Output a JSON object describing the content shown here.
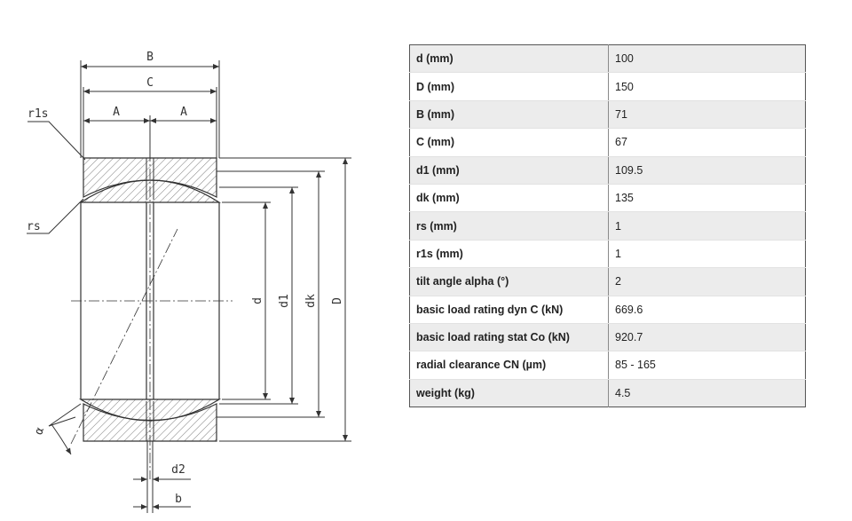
{
  "drawing": {
    "labels": {
      "B": "B",
      "C": "C",
      "A_left": "A",
      "A_right": "A",
      "r1s": "r1s",
      "rs": "rs",
      "d": "d",
      "d1": "d1",
      "dk": "dk",
      "D": "D",
      "alpha": "α",
      "d2": "d2",
      "b": "b"
    }
  },
  "specs": [
    {
      "name": "d (mm)",
      "value": "100"
    },
    {
      "name": "D (mm)",
      "value": "150"
    },
    {
      "name": "B (mm)",
      "value": "71"
    },
    {
      "name": "C (mm)",
      "value": "67"
    },
    {
      "name": "d1 (mm)",
      "value": "109.5"
    },
    {
      "name": "dk (mm)",
      "value": "135"
    },
    {
      "name": "rs (mm)",
      "value": "1"
    },
    {
      "name": "r1s (mm)",
      "value": "1"
    },
    {
      "name": "tilt angle alpha (°)",
      "value": "2"
    },
    {
      "name": "basic load rating dyn C (kN)",
      "value": "669.6"
    },
    {
      "name": "basic load rating stat Co (kN)",
      "value": "920.7"
    },
    {
      "name": "radial clearance CN (µm)",
      "value": "85 - 165"
    },
    {
      "name": "weight (kg)",
      "value": "4.5"
    }
  ]
}
